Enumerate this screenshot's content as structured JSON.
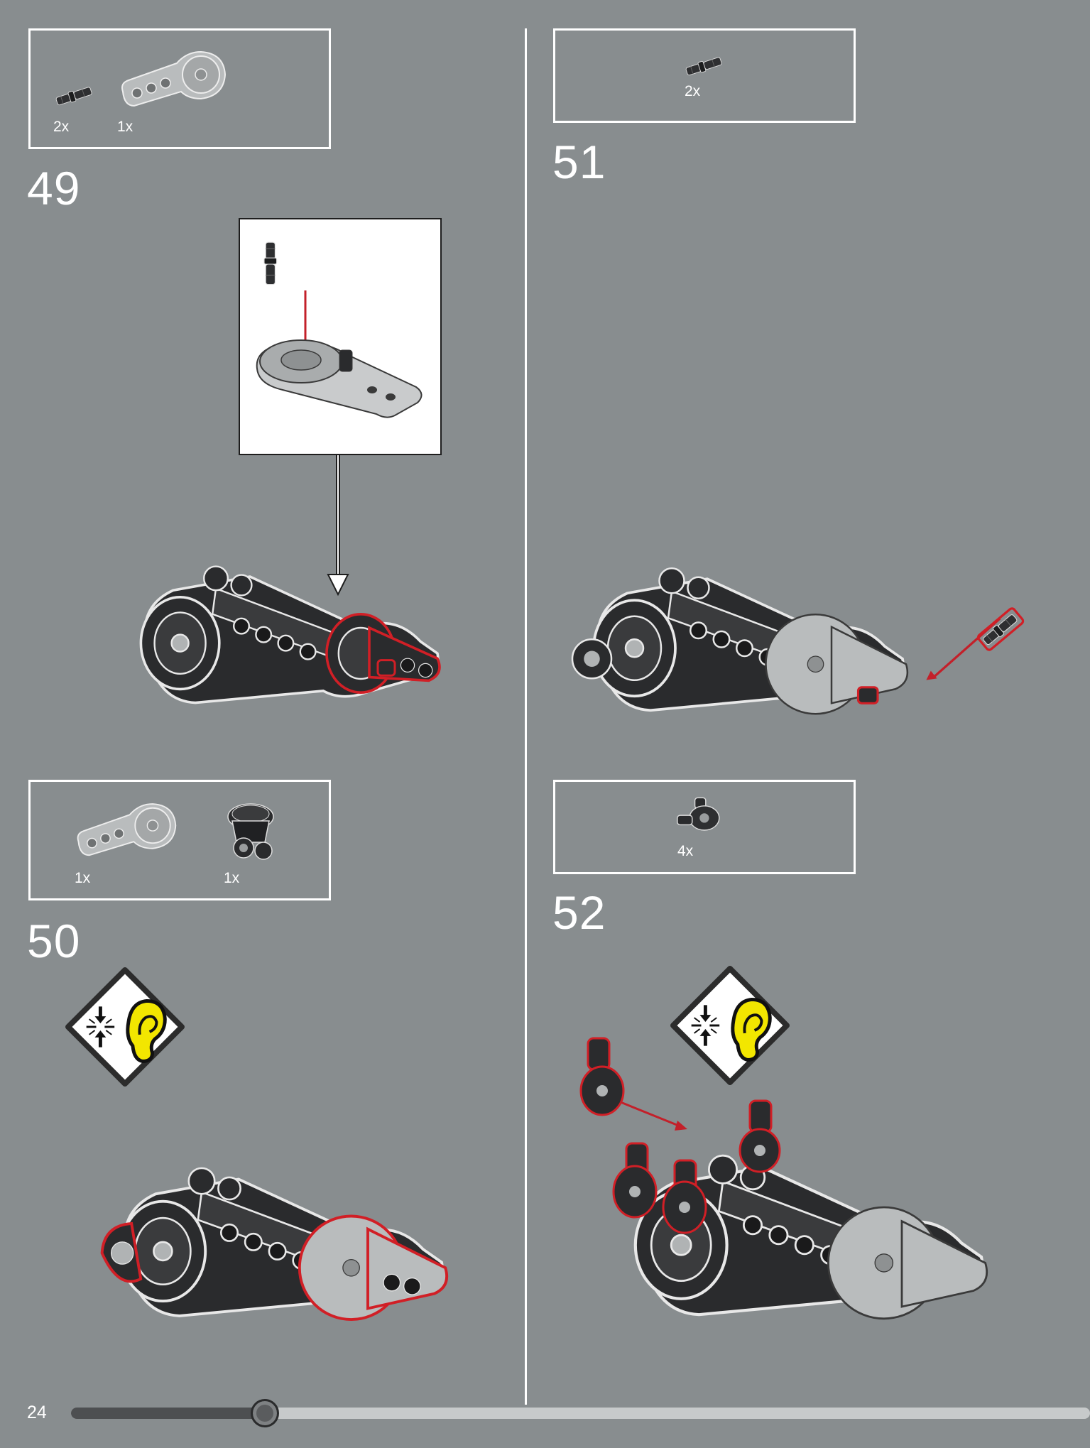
{
  "page": {
    "number": "24",
    "background": "#888d8f"
  },
  "progress": {
    "fraction": 0.19,
    "fill_color": "#4d4f51",
    "track_color": "#c7cacb"
  },
  "steps": [
    {
      "number": "49",
      "parts": [
        {
          "icon": "connector-pin-icon",
          "qty": "2x"
        },
        {
          "icon": "turntable-arm-icon",
          "qty": "1x"
        }
      ]
    },
    {
      "number": "50",
      "parts": [
        {
          "icon": "turntable-arm-icon",
          "qty": "1x"
        },
        {
          "icon": "wheel-hub-icon",
          "qty": "1x"
        }
      ],
      "notice_icon": "click-sound-icon"
    },
    {
      "number": "51",
      "parts": [
        {
          "icon": "connector-pin-icon",
          "qty": "2x"
        }
      ]
    },
    {
      "number": "52",
      "parts": [
        {
          "icon": "axle-joint-icon",
          "qty": "4x"
        }
      ],
      "notice_icon": "click-sound-icon"
    }
  ],
  "colors": {
    "highlight": "#d11f26",
    "arrow": "#c3202a",
    "notice_yellow": "#f2e600",
    "part_dark": "#2a2b2d",
    "part_light": "#b9bcbd"
  }
}
